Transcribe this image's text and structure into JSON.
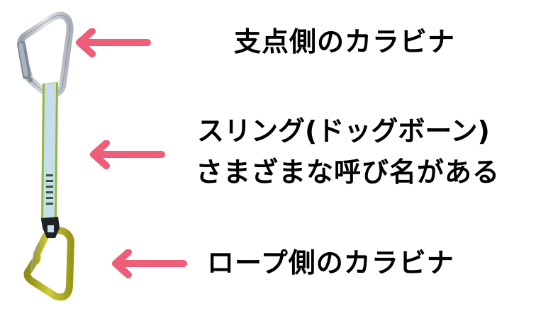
{
  "figure": {
    "subject": "quickdraw",
    "parts": [
      {
        "id": "top-carabiner",
        "material": "silver aluminum, straight gate"
      },
      {
        "id": "sling",
        "material": "light blue webbing with green edges"
      },
      {
        "id": "rubber-keeper",
        "material": "black rubber"
      },
      {
        "id": "bottom-carabiner",
        "material": "yellow-green aluminum, wire gate"
      }
    ]
  },
  "arrows": {
    "color": "#EE5E78",
    "direction": "left"
  },
  "labels": {
    "top": "支点側のカラビナ",
    "middle_line1": "スリング(ドッグボーン)",
    "middle_line2": "さまざまな呼び名がある",
    "bottom": "ロープ側のカラビナ"
  },
  "colors": {
    "background": "#FFFFFF",
    "text": "#000000",
    "arrow": "#EE5E78",
    "carabiner_top": "#C9CED4",
    "carabiner_bottom": "#B7B52A",
    "sling_center": "#C8DCEA",
    "sling_edge": "#8DBA3A"
  }
}
